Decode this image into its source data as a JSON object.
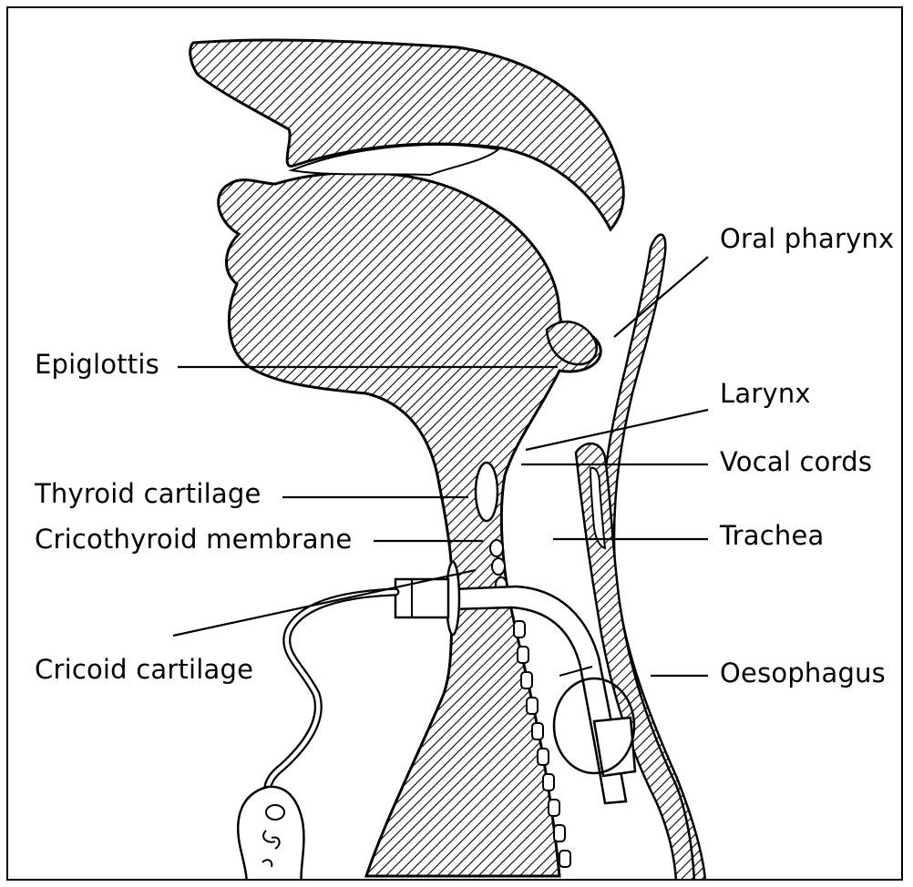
{
  "labels": {
    "oral_pharynx": "Oral pharynx",
    "epiglottis": "Epiglottis",
    "larynx": "Larynx",
    "vocal_cords": "Vocal cords",
    "thyroid_cartilage": "Thyroid cartilage",
    "trachea": "Trachea",
    "cricothyroid_membrane": "Cricothyroid membrane",
    "cricoid_cartilage": "Cricoid cartilage",
    "oesophagus": "Oesophagus"
  },
  "colors": {
    "line": "#000000",
    "hatch": "#000000",
    "background": "#ffffff"
  }
}
